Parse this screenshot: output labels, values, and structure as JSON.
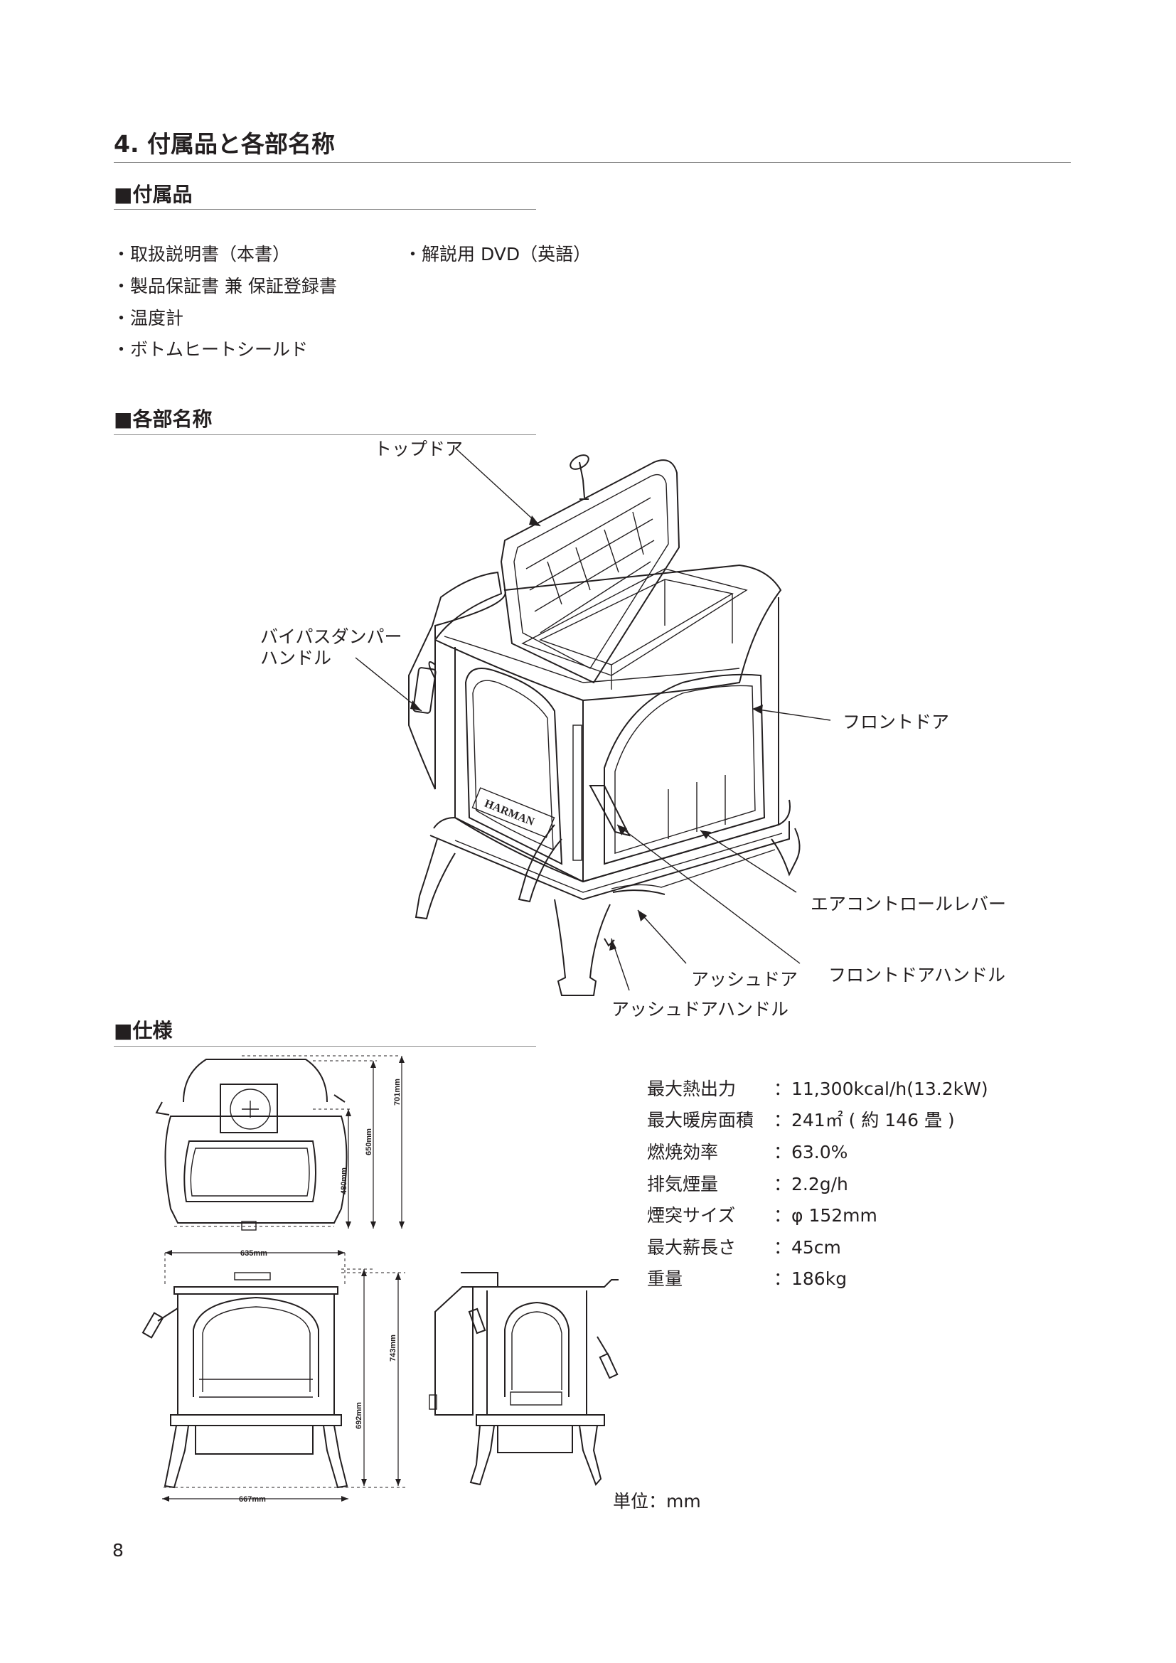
{
  "section": {
    "title": "4. 付属品と各部名称"
  },
  "accessories": {
    "heading": "■付属品",
    "items": [
      "・取扱説明書（本書）",
      "・解説用 DVD（英語）",
      "・製品保証書 兼 保証登録書",
      "・温度計",
      "・ボトムヒートシールド"
    ]
  },
  "parts": {
    "heading": "■各部名称",
    "labels": {
      "top_door": "トップドア",
      "bypass_line1": "バイパスダンパー",
      "bypass_line2": "ハンドル",
      "front_door": "フロントドア",
      "air_control": "エアコントロールレバー",
      "ash_door": "アッシュドア",
      "front_door_handle": "フロントドアハンドル",
      "ash_door_handle": "アッシュドアハンドル"
    },
    "brand_plate": "HARMAN"
  },
  "specs": {
    "heading": "■仕様",
    "rows": [
      {
        "key": "最大熱出力",
        "value": "：11,300kcal/h(13.2kW)"
      },
      {
        "key": "最大暖房面積",
        "value": "：241㎡ ( 約 146 畳 )"
      },
      {
        "key": "燃焼効率",
        "value": "：63.0%"
      },
      {
        "key": "排気煙量",
        "value": "：2.2g/h"
      },
      {
        "key": "煙突サイズ",
        "value": "：φ 152mm"
      },
      {
        "key": "最大薪長さ",
        "value": "：45cm"
      },
      {
        "key": "重量",
        "value": "：186kg"
      }
    ],
    "unit": "単位：mm",
    "dimensions": {
      "d701": "701mm",
      "d650": "650mm",
      "d480": "480mm",
      "d635": "635mm",
      "d743": "743mm",
      "d692": "692mm",
      "d667": "667mm"
    }
  },
  "page_number": "8"
}
